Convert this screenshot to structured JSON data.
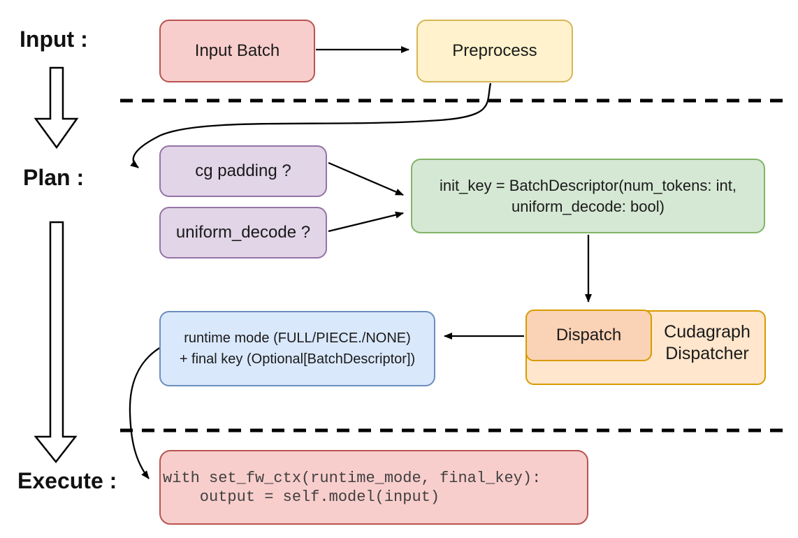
{
  "stages": {
    "input": "Input :",
    "plan": "Plan :",
    "execute": "Execute :"
  },
  "nodes": {
    "input_batch": {
      "label": "Input Batch"
    },
    "preprocess": {
      "label": "Preprocess"
    },
    "cg_padding": {
      "label": "cg padding ?"
    },
    "uniform_decode": {
      "label": "uniform_decode ?"
    },
    "init_key": {
      "lines": [
        "init_key = BatchDescriptor(num_tokens: int,",
        "uniform_decode: bool)"
      ]
    },
    "dispatch": {
      "label": "Dispatch"
    },
    "cudagraph_dispatcher": {
      "label": "Cudagraph Dispatcher"
    },
    "runtime_mode": {
      "lines": [
        "runtime mode (FULL/PIECE./NONE)",
        "+ final key (Optional[BatchDescriptor])"
      ]
    },
    "execute_code": {
      "lines": [
        "with set_fw_ctx(runtime_mode, final_key):",
        "    output = self.model(input)"
      ]
    }
  },
  "colors": {
    "red_fill": "#F8CECC",
    "red_stroke": "#B85450",
    "yellow_fill": "#FFF2CC",
    "yellow_stroke": "#D6B656",
    "purple_fill": "#E1D5E7",
    "purple_stroke": "#9673A6",
    "green_fill": "#D5E8D4",
    "green_stroke": "#82B366",
    "blue_fill": "#DAE8FC",
    "blue_stroke": "#6C8EBF",
    "orange_fill": "#FFE6CC",
    "orange_stroke": "#D79B00",
    "peach_fill": "#FAD2B5",
    "connector": "#000000",
    "background": "#FFFFFF"
  }
}
